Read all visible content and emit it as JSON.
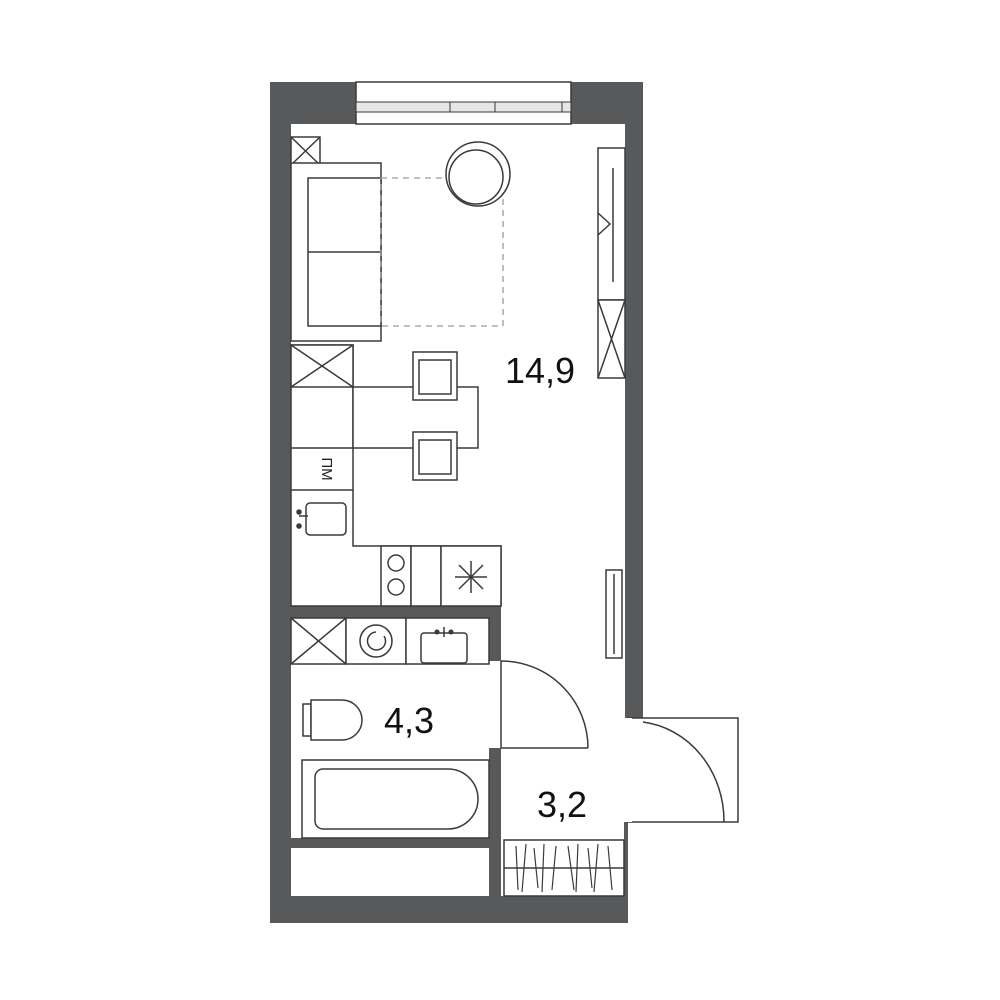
{
  "rooms": [
    {
      "id": "living-kitchen",
      "area": "14,9"
    },
    {
      "id": "bathroom",
      "area": "4,3"
    },
    {
      "id": "hallway",
      "area": "3,2"
    }
  ],
  "appliances": {
    "dishwasher_label": "ПМ"
  },
  "colors": {
    "wall": "#58595b",
    "line": "#3a3a3a",
    "dashed": "#9a9a9a",
    "window": "#e6e6e6",
    "background": "#ffffff"
  }
}
